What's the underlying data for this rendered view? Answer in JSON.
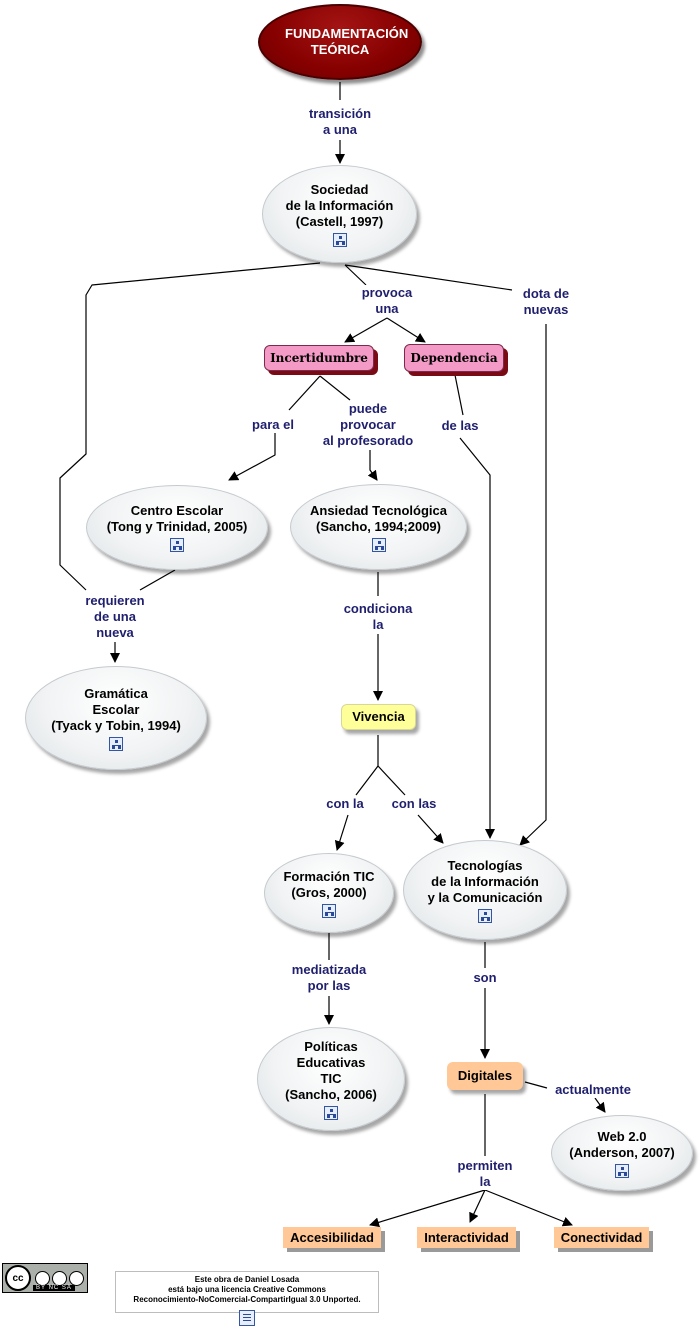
{
  "title": "FUNDAMENTACIÓN TEÓRICA",
  "nodes": {
    "sociedad": [
      "Sociedad",
      "de la Información",
      "(Castell, 1997)"
    ],
    "incertidumbre": "Incertidumbre",
    "dependencia": "Dependencia",
    "centro": [
      "Centro Escolar",
      "(Tong y Trinidad, 2005)"
    ],
    "ansiedad": [
      "Ansiedad Tecnológica",
      "(Sancho, 1994;2009)"
    ],
    "gramatica": [
      "Gramática",
      "Escolar",
      "(Tyack y Tobin, 1994)"
    ],
    "vivencia": "Vivencia",
    "formacion": [
      "Formación TIC",
      "(Gros, 2000)"
    ],
    "tic": [
      "Tecnologías",
      "de la Información",
      "y la Comunicación"
    ],
    "politicas": [
      "Políticas",
      "Educativas",
      "TIC",
      "(Sancho, 2006)"
    ],
    "digitales": "Digitales",
    "web": [
      "Web 2.0",
      "(Anderson, 2007)"
    ],
    "accesibilidad": "Accesibilidad",
    "interactividad": "Interactividad",
    "conectividad": "Conectividad"
  },
  "links": {
    "transicion": [
      "transición",
      "a una"
    ],
    "provoca": [
      "provoca",
      "una"
    ],
    "dota": [
      "dota de",
      "nuevas"
    ],
    "para_el": [
      "para el"
    ],
    "puede": [
      "puede",
      "provocar",
      "al profesorado"
    ],
    "de_las": [
      "de las"
    ],
    "requieren": [
      "requieren",
      "de una",
      "nueva"
    ],
    "condiciona": [
      "condiciona",
      "la"
    ],
    "con_la": [
      "con la"
    ],
    "con_las": [
      "con las"
    ],
    "mediatizada": [
      "mediatizada",
      "por las"
    ],
    "son": [
      "son"
    ],
    "actualmente": [
      "actualmente"
    ],
    "permiten": [
      "permiten",
      "la"
    ]
  },
  "license": {
    "badge": "BY  NC  SA",
    "cc": "cc",
    "lines": [
      "Este obra de Daniel Losada",
      "está bajo una licencia Creative Commons",
      "Reconocimiento-NoComercial-CompartirIgual 3.0 Unported."
    ]
  },
  "icons": [
    "resource-icon",
    "cc-license-icon",
    "document-icon"
  ],
  "colors": {
    "title_fill": "#860000",
    "pink_fill": "#f49ac6",
    "yellow_fill": "#ffff99",
    "orange_fill": "#ffc896",
    "ellipse_fill": "#eef1f2",
    "link_text": "#1f1f6e"
  }
}
